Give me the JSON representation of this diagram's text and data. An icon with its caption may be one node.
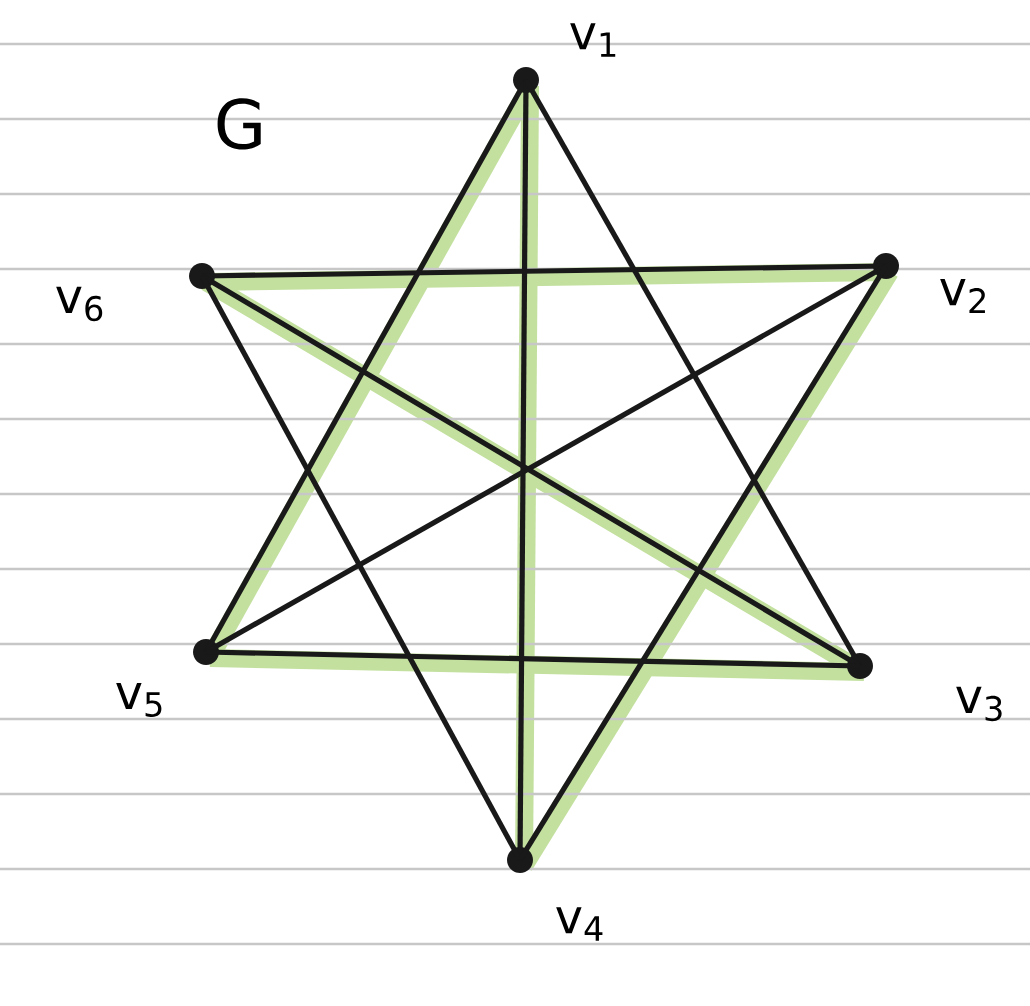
{
  "diagram": {
    "nodes": [
      {
        "text": [],
        "shape": "circle",
        "beside": [
          "v$_{1}$"
        ]
      },
      {
        "text": [],
        "shape": "circle",
        "beside": [
          "v$_{2}$"
        ]
      },
      {
        "text": [],
        "shape": "circle",
        "beside": [
          "v$_{3}$"
        ]
      },
      {
        "text": [],
        "shape": "circle",
        "beside": [
          "v$_{4}$"
        ]
      },
      {
        "text": [],
        "shape": "circle",
        "beside": [
          "v$_{5}$"
        ]
      },
      {
        "text": [],
        "shape": "circle",
        "beside": [
          "v$_{6}$"
        ]
      }
    ],
    "edges": [
      {
        "from": 0,
        "to": 4,
        "arrow": "none"
      },
      {
        "from": 0,
        "to": 3,
        "arrow": "none"
      },
      {
        "from": 0,
        "to": 2,
        "arrow": "none"
      },
      {
        "from": 5,
        "to": 1,
        "arrow": "none"
      },
      {
        "from": 5,
        "to": 2,
        "arrow": "none"
      },
      {
        "from": 5,
        "to": 3,
        "arrow": "none"
      },
      {
        "from": 1,
        "to": 4,
        "arrow": "none"
      },
      {
        "from": 1,
        "to": 3,
        "arrow": "none"
      },
      {
        "from": 4,
        "to": 2,
        "arrow": "none"
      }
    ],
    "labels": [
      "G"
    ]
  }
}
